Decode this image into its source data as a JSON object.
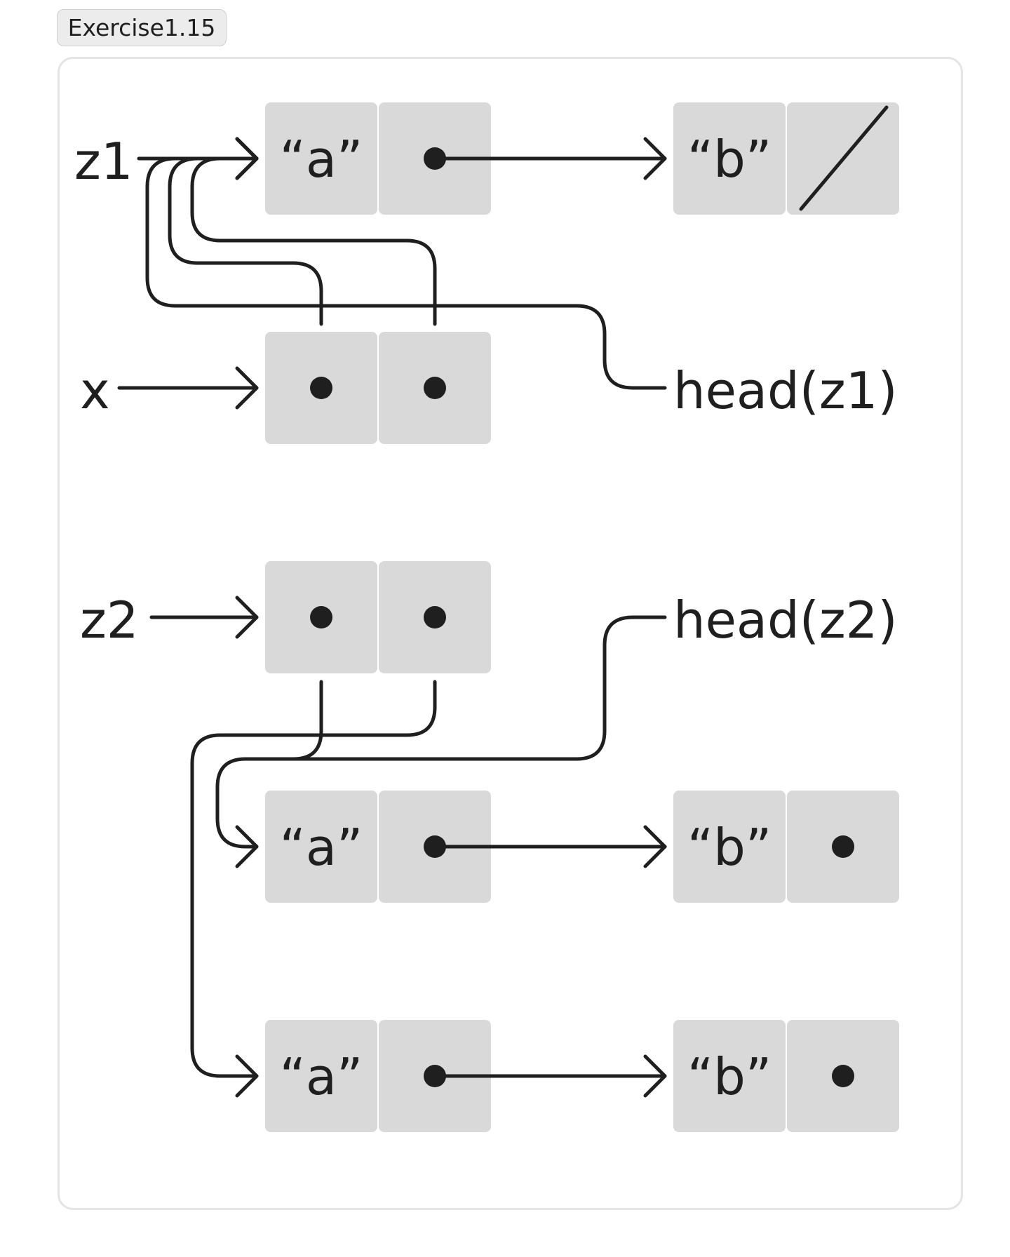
{
  "tab": {
    "label": "Exercise1.15"
  },
  "labels": {
    "z1": "z1",
    "x": "x",
    "z2": "z2",
    "head_z1": "head(z1)",
    "head_z2": "head(z2)"
  },
  "values": {
    "a": "“a”",
    "b": "“b”"
  },
  "structure": {
    "z1": {
      "car": "a",
      "cdr": {
        "car": "b",
        "cdr": "nil"
      }
    },
    "x": {
      "car": "z1",
      "cdr": "z1"
    },
    "z2": {
      "car": {
        "car": "a",
        "cdr": {
          "car": "b",
          "cdr": "pointer"
        }
      },
      "cdr": {
        "car": "a",
        "cdr": {
          "car": "b",
          "cdr": "pointer"
        }
      }
    },
    "annotations": [
      {
        "label": "head(z1)",
        "target": "z1 first pair"
      },
      {
        "label": "head(z2)",
        "target": "z2 car pair"
      }
    ]
  },
  "colors": {
    "cell": "#d9d9d9",
    "ink": "#1f1f1f",
    "frame_border": "#e4e4e4",
    "tab_background": "#ececec"
  }
}
